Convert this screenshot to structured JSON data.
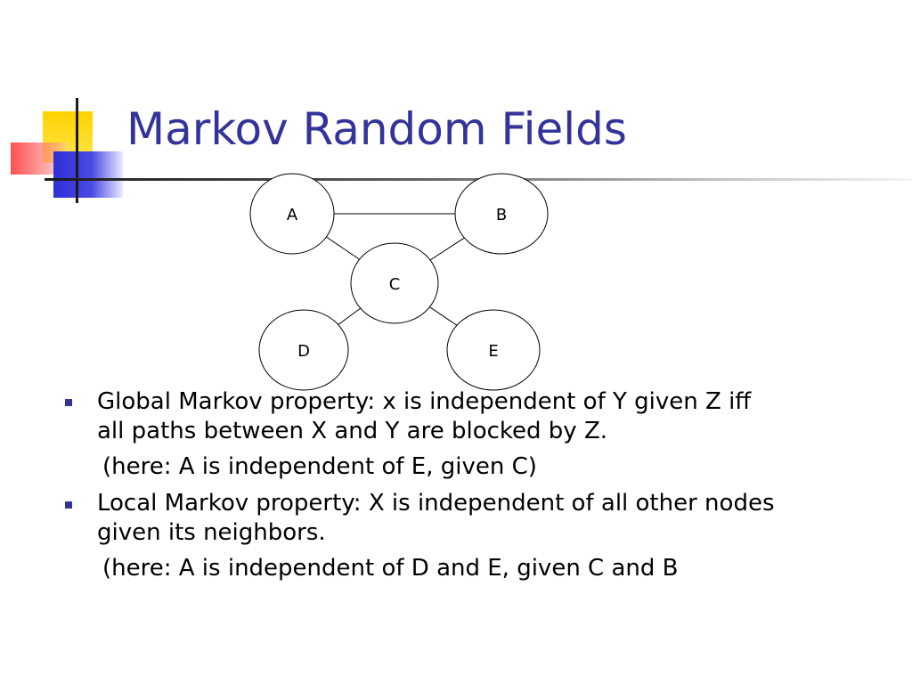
{
  "slide": {
    "title": "Markov Random Fields"
  },
  "diagram": {
    "nodes": [
      {
        "id": "A",
        "label": "A"
      },
      {
        "id": "B",
        "label": "B"
      },
      {
        "id": "C",
        "label": "C"
      },
      {
        "id": "D",
        "label": "D"
      },
      {
        "id": "E",
        "label": "E"
      }
    ],
    "edges": [
      {
        "from": "A",
        "to": "B"
      },
      {
        "from": "A",
        "to": "C"
      },
      {
        "from": "B",
        "to": "C"
      },
      {
        "from": "C",
        "to": "D"
      },
      {
        "from": "C",
        "to": "E"
      }
    ]
  },
  "bullets": [
    {
      "lines": [
        "Global Markov property: x is independent of Y given Z iff",
        "all paths between X and Y are blocked by Z."
      ],
      "example": "(here: A is independent of E, given C)"
    },
    {
      "lines": [
        "Local Markov property: X is independent of all other nodes",
        "given its neighbors."
      ],
      "example": "(here: A is independent of D and E, given C and B"
    }
  ],
  "colors": {
    "title": "#333399",
    "bullet": "#333399",
    "accent_yellow": "#ffd200",
    "accent_red": "#ff4646",
    "accent_blue": "#2f2fd8"
  }
}
